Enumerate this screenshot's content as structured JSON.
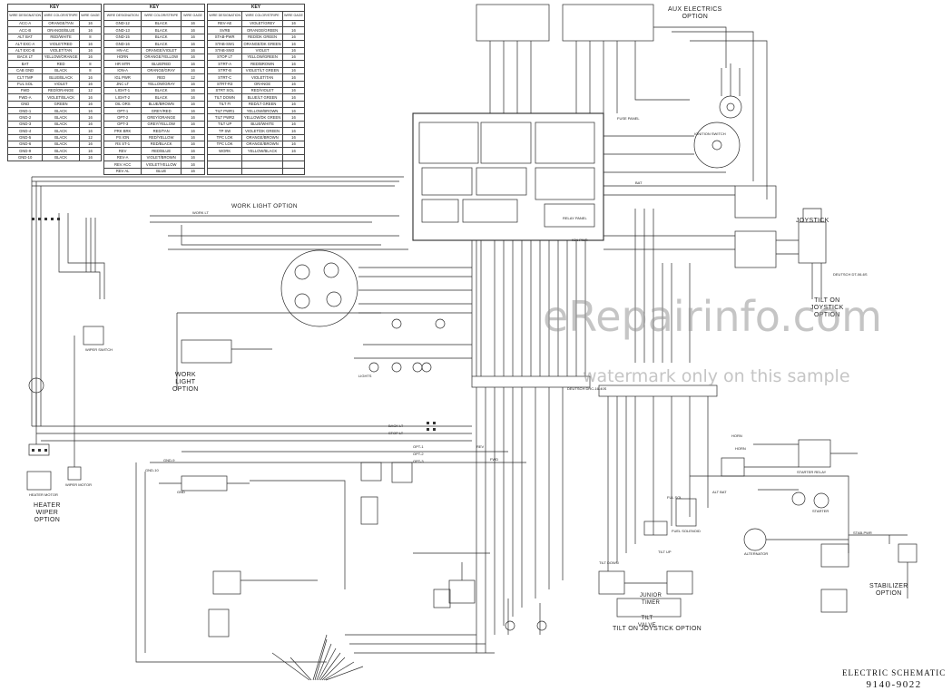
{
  "key_tables": [
    {
      "title": "KEY",
      "headers": [
        "WIRE DESIGNATION",
        "WIRE COLOR/STRIPE",
        "WIRE GAGE"
      ],
      "rows": [
        [
          "ACC-A",
          "ORANGE/TAN",
          "16"
        ],
        [
          "ACC-B",
          "ORANGE/BLUE",
          "16"
        ],
        [
          "ALT BAT",
          "RED/WHITE",
          "8"
        ],
        [
          "ALT EXC-A",
          "VIOLET/RED",
          "16"
        ],
        [
          "ALT EXC-B",
          "VIOLET/TAN",
          "16"
        ],
        [
          "BACK LT",
          "YELLOW/ORANGE",
          "16"
        ],
        [
          "BAT",
          "RED",
          "8"
        ],
        [
          "CAB GND",
          "BLACK",
          "8"
        ],
        [
          "CLT TMP",
          "BLUE/BLACK",
          "16"
        ],
        [
          "FUL SOL",
          "VIOLET",
          "16"
        ],
        [
          "FWD",
          "RED/ORANGE",
          "12"
        ],
        [
          "FWD-A",
          "VIOLET/BLACK",
          "16"
        ],
        [
          "GND",
          "GREEN",
          "16"
        ],
        [
          "GND-1",
          "BLACK",
          "16"
        ],
        [
          "GND-2",
          "BLACK",
          "16"
        ],
        [
          "GND-3",
          "BLACK",
          "16"
        ],
        [
          "GND-4",
          "BLACK",
          "16"
        ],
        [
          "GND-5",
          "BLACK",
          "12"
        ],
        [
          "GND-6",
          "BLACK",
          "16"
        ],
        [
          "GND-9",
          "BLACK",
          "16"
        ],
        [
          "GND-10",
          "BLACK",
          "16"
        ]
      ]
    },
    {
      "title": "KEY",
      "headers": [
        "WIRE DESIGNATION",
        "WIRE COLOR/STRIPE",
        "WIRE GAGE"
      ],
      "rows": [
        [
          "GND-12",
          "BLACK",
          "16"
        ],
        [
          "GND-13",
          "BLACK",
          "16"
        ],
        [
          "GND-15",
          "BLACK",
          "16"
        ],
        [
          "GND-16",
          "BLACK",
          "16"
        ],
        [
          "HN-AC",
          "ORANGE/VIOLET",
          "16"
        ],
        [
          "HORN",
          "ORANGE/YELLOW",
          "16"
        ],
        [
          "HR MTR",
          "BLUE/RED",
          "16"
        ],
        [
          "ION-A",
          "ORANGE/GRAY",
          "16"
        ],
        [
          "IGL PWR",
          "RED",
          "12"
        ],
        [
          "JNC LT",
          "YELLOW/GRAY",
          "16"
        ],
        [
          "LIGHT-1",
          "BLACK",
          "16"
        ],
        [
          "LIGHT-2",
          "BLACK",
          "16"
        ],
        [
          "OIL ORS",
          "BLUE/BROWN",
          "16"
        ],
        [
          "OPT-1",
          "GREY/RED",
          "16"
        ],
        [
          "OPT-2",
          "GREY/ORANGE",
          "16"
        ],
        [
          "OPT-3",
          "GREY/YELLOW",
          "16"
        ],
        [
          "PRK BRK",
          "RED/TAN",
          "16"
        ],
        [
          "PS ION",
          "RED/YELLOW",
          "16"
        ],
        [
          "RS ST-1",
          "RED/BLACK",
          "16"
        ],
        [
          "REV",
          "RED/BLUE",
          "16"
        ],
        [
          "REV-A",
          "VIOLET/BROWN",
          "16"
        ],
        [
          "REV ACC",
          "VIOLET/YELLOW",
          "16"
        ],
        [
          "REV AL",
          "BLUE",
          "16"
        ]
      ]
    },
    {
      "title": "KEY",
      "headers": [
        "WIRE DESIGNATION",
        "WIRE COLOR/STRIPE",
        "WIRE GAGE"
      ],
      "rows": [
        [
          "REV-AE",
          "VIOLET/GREY",
          "16"
        ],
        [
          "SVRB",
          "ORANGE/GREEN",
          "16"
        ],
        [
          "STAB-PWR",
          "RED/DK GREEN",
          "16"
        ],
        [
          "STAB-SW1",
          "ORANGE/DK GREEN",
          "16"
        ],
        [
          "STAB-SW2",
          "VIOLET",
          "16"
        ],
        [
          "STOP LT",
          "YELLOW/GREEN",
          "16"
        ],
        [
          "STRT-A",
          "RED/BROWN",
          "16"
        ],
        [
          "STRT-B",
          "VIOLET/LT GREEN",
          "16"
        ],
        [
          "STRT-C",
          "VIOLET/TAN",
          "16"
        ],
        [
          "STRT-R3",
          "ORANGE",
          "16"
        ],
        [
          "STRT SOL",
          "RED/VIOLET",
          "16"
        ],
        [
          "TILT DOWN",
          "BLUE/LT GREEN",
          "16"
        ],
        [
          "TILT FI",
          "RED/LT GREEN",
          "16"
        ],
        [
          "TILT PWR1",
          "YELLOW/BROWN",
          "16"
        ],
        [
          "TILT PWR2",
          "YELLOW/DK GREEN",
          "16"
        ],
        [
          "TILT UP",
          "BLUE/WHITE",
          "16"
        ],
        [
          "TP SW",
          "VIOLET/DK GREEN",
          "16"
        ],
        [
          "TPC LOK",
          "ORANGE/BROWN",
          "16"
        ],
        [
          "TPC LOK",
          "ORANGE/BROWN",
          "16"
        ],
        [
          "WORK",
          "YELLOW/BLACK",
          "16"
        ],
        [
          "",
          "",
          ""
        ],
        [
          "",
          "",
          ""
        ],
        [
          "",
          "",
          ""
        ]
      ]
    }
  ],
  "options": {
    "aux": "AUX ELECTRICS\nOPTION",
    "work_light_top": "WORK LIGHT OPTION",
    "joystick": "JOYSTICK",
    "tilt_joystick": "TILT ON\nJOYSTICK\nOPTION",
    "work_light_left": "WORK\nLIGHT\nOPTION",
    "heater_wiper": "HEATER\nWIPER\nOPTION",
    "tilt_joystick_bottom": "TILT ON JOYSTICK OPTION",
    "tilt_valve": "TILT\nVALVE",
    "junior_timer": "JUNIOR\nTIMER",
    "stabilizer": "STABILIZER\nOPTION"
  },
  "wire_labels": {
    "work_lt": "WORK LT",
    "back_lt": "BACK LT",
    "stop_lt": "STOP LT",
    "bat": "BAT",
    "alt_bat": "ALT BAT",
    "ign_pwr": "IGN PWR",
    "ful_sol": "FUL SOL",
    "gnd9": "GND-9",
    "gnd10": "GND-10",
    "stab_pwr": "STAB-PWR",
    "tilt_up": "TILT UP",
    "tilt_dwn": "TILT DOWN",
    "rev": "REV",
    "fwd": "FWD",
    "horn": "HORN",
    "opt1": "OPT-1",
    "opt2": "OPT-2",
    "opt3": "OPT-3",
    "gnd": "GND",
    "alternator": "ALTERNATOR",
    "starter": "STARTER",
    "starter_relay": "STARTER RELAY",
    "fuel_sol": "FUEL SOLENOID",
    "horn_dev": "HORN",
    "heater_motor": "HEATER MOTOR",
    "wiper_motor": "WIPER MOTOR",
    "wiper_sw": "WIPER SWITCH",
    "joy_conn": "DEUTSCH DT-06-6S",
    "relay_panel": "RELAY PANEL",
    "fuse_panel": "FUSE PANEL",
    "ignition": "IGNITION SWITCH",
    "lights": "LIGHTS",
    "bus_label": "DEUTSCH DRC-16-40S"
  },
  "watermark": {
    "site": "eRepairinfo.com",
    "note": "watermark only on this sample"
  },
  "title_block": {
    "title": "ELECTRIC SCHEMATIC",
    "number": "9140-9022"
  }
}
